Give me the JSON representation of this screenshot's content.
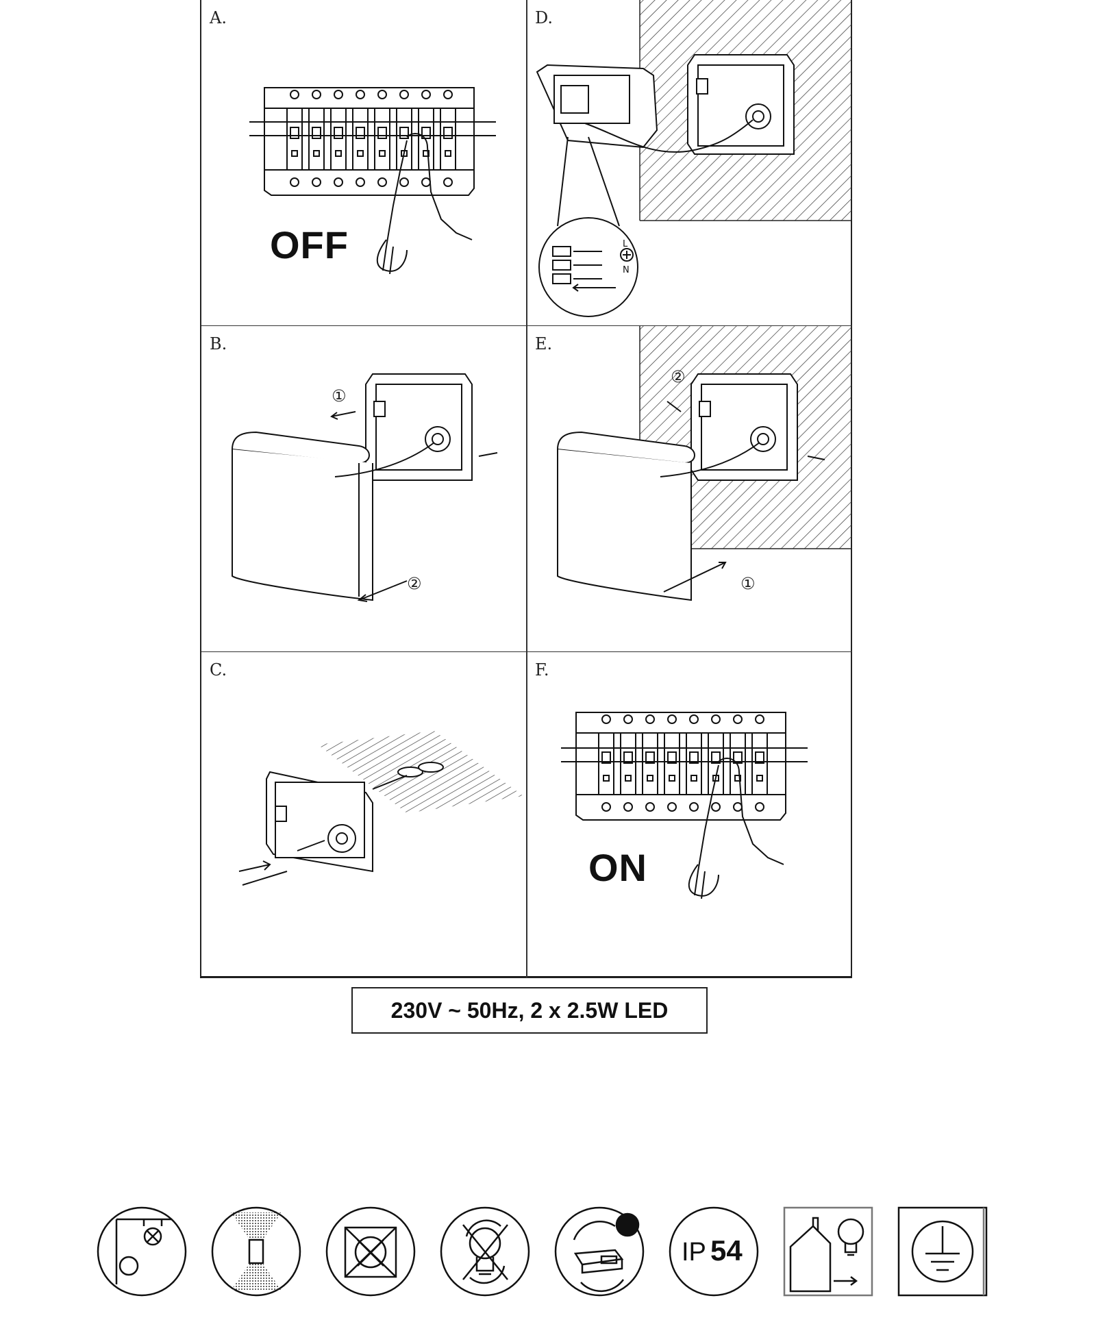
{
  "panels": {
    "a": {
      "letter": "A.",
      "word": "OFF"
    },
    "b": {
      "letter": "B.",
      "marks": [
        "①",
        "②"
      ]
    },
    "c": {
      "letter": "C."
    },
    "d": {
      "letter": "D.",
      "terminal_labels": [
        "L",
        "N"
      ]
    },
    "e": {
      "letter": "E.",
      "marks": [
        "②",
        "①"
      ]
    },
    "f": {
      "letter": "F.",
      "word": "ON"
    }
  },
  "spec_text": "230V ~ 50Hz, 2 x 2.5W LED",
  "icons": [
    {
      "name": "wall-mount-distance-icon"
    },
    {
      "name": "up-down-light-icon"
    },
    {
      "name": "no-cover-insulation-icon"
    },
    {
      "name": "led-not-replaceable-icon"
    },
    {
      "name": "rotatable-junction-box-icon"
    },
    {
      "name": "ip-rating-icon",
      "text": "IP",
      "number": "54"
    },
    {
      "name": "indoor-outdoor-use-icon"
    },
    {
      "name": "earth-ground-icon"
    }
  ]
}
